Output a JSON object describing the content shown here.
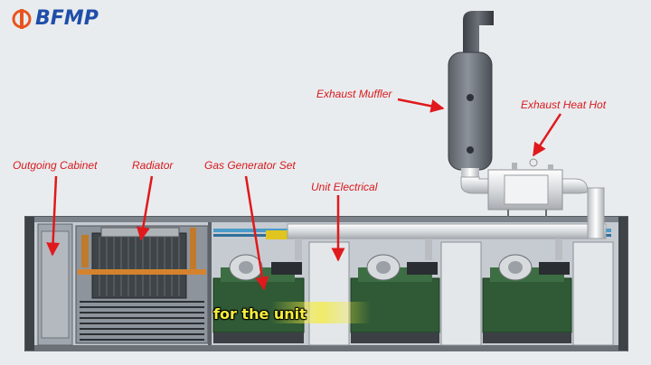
{
  "logo": {
    "text": "BFMP",
    "mark_color": "#e8541e",
    "text_color": "#1f4ea8"
  },
  "labels": {
    "outgoing_cabinet": "Outgoing Cabinet",
    "radiator": "Radiator",
    "gas_generator_set": "Gas Generator Set",
    "unit_electrical": "Unit Electrical",
    "exhaust_muffler": "Exhaust Muffler",
    "exhaust_heat_hot": "Exhaust Heat Hot"
  },
  "caption": "for the unit",
  "colors": {
    "label": "#d8191c",
    "arrow": "#e0191c",
    "caption": "#f6ee3c",
    "engine": "#2f5a35",
    "pipe": "#ececec"
  },
  "icons": [
    "logo-mark-icon",
    "engine-icon",
    "muffler-icon",
    "heat-exchanger-icon",
    "radiator-icon"
  ]
}
